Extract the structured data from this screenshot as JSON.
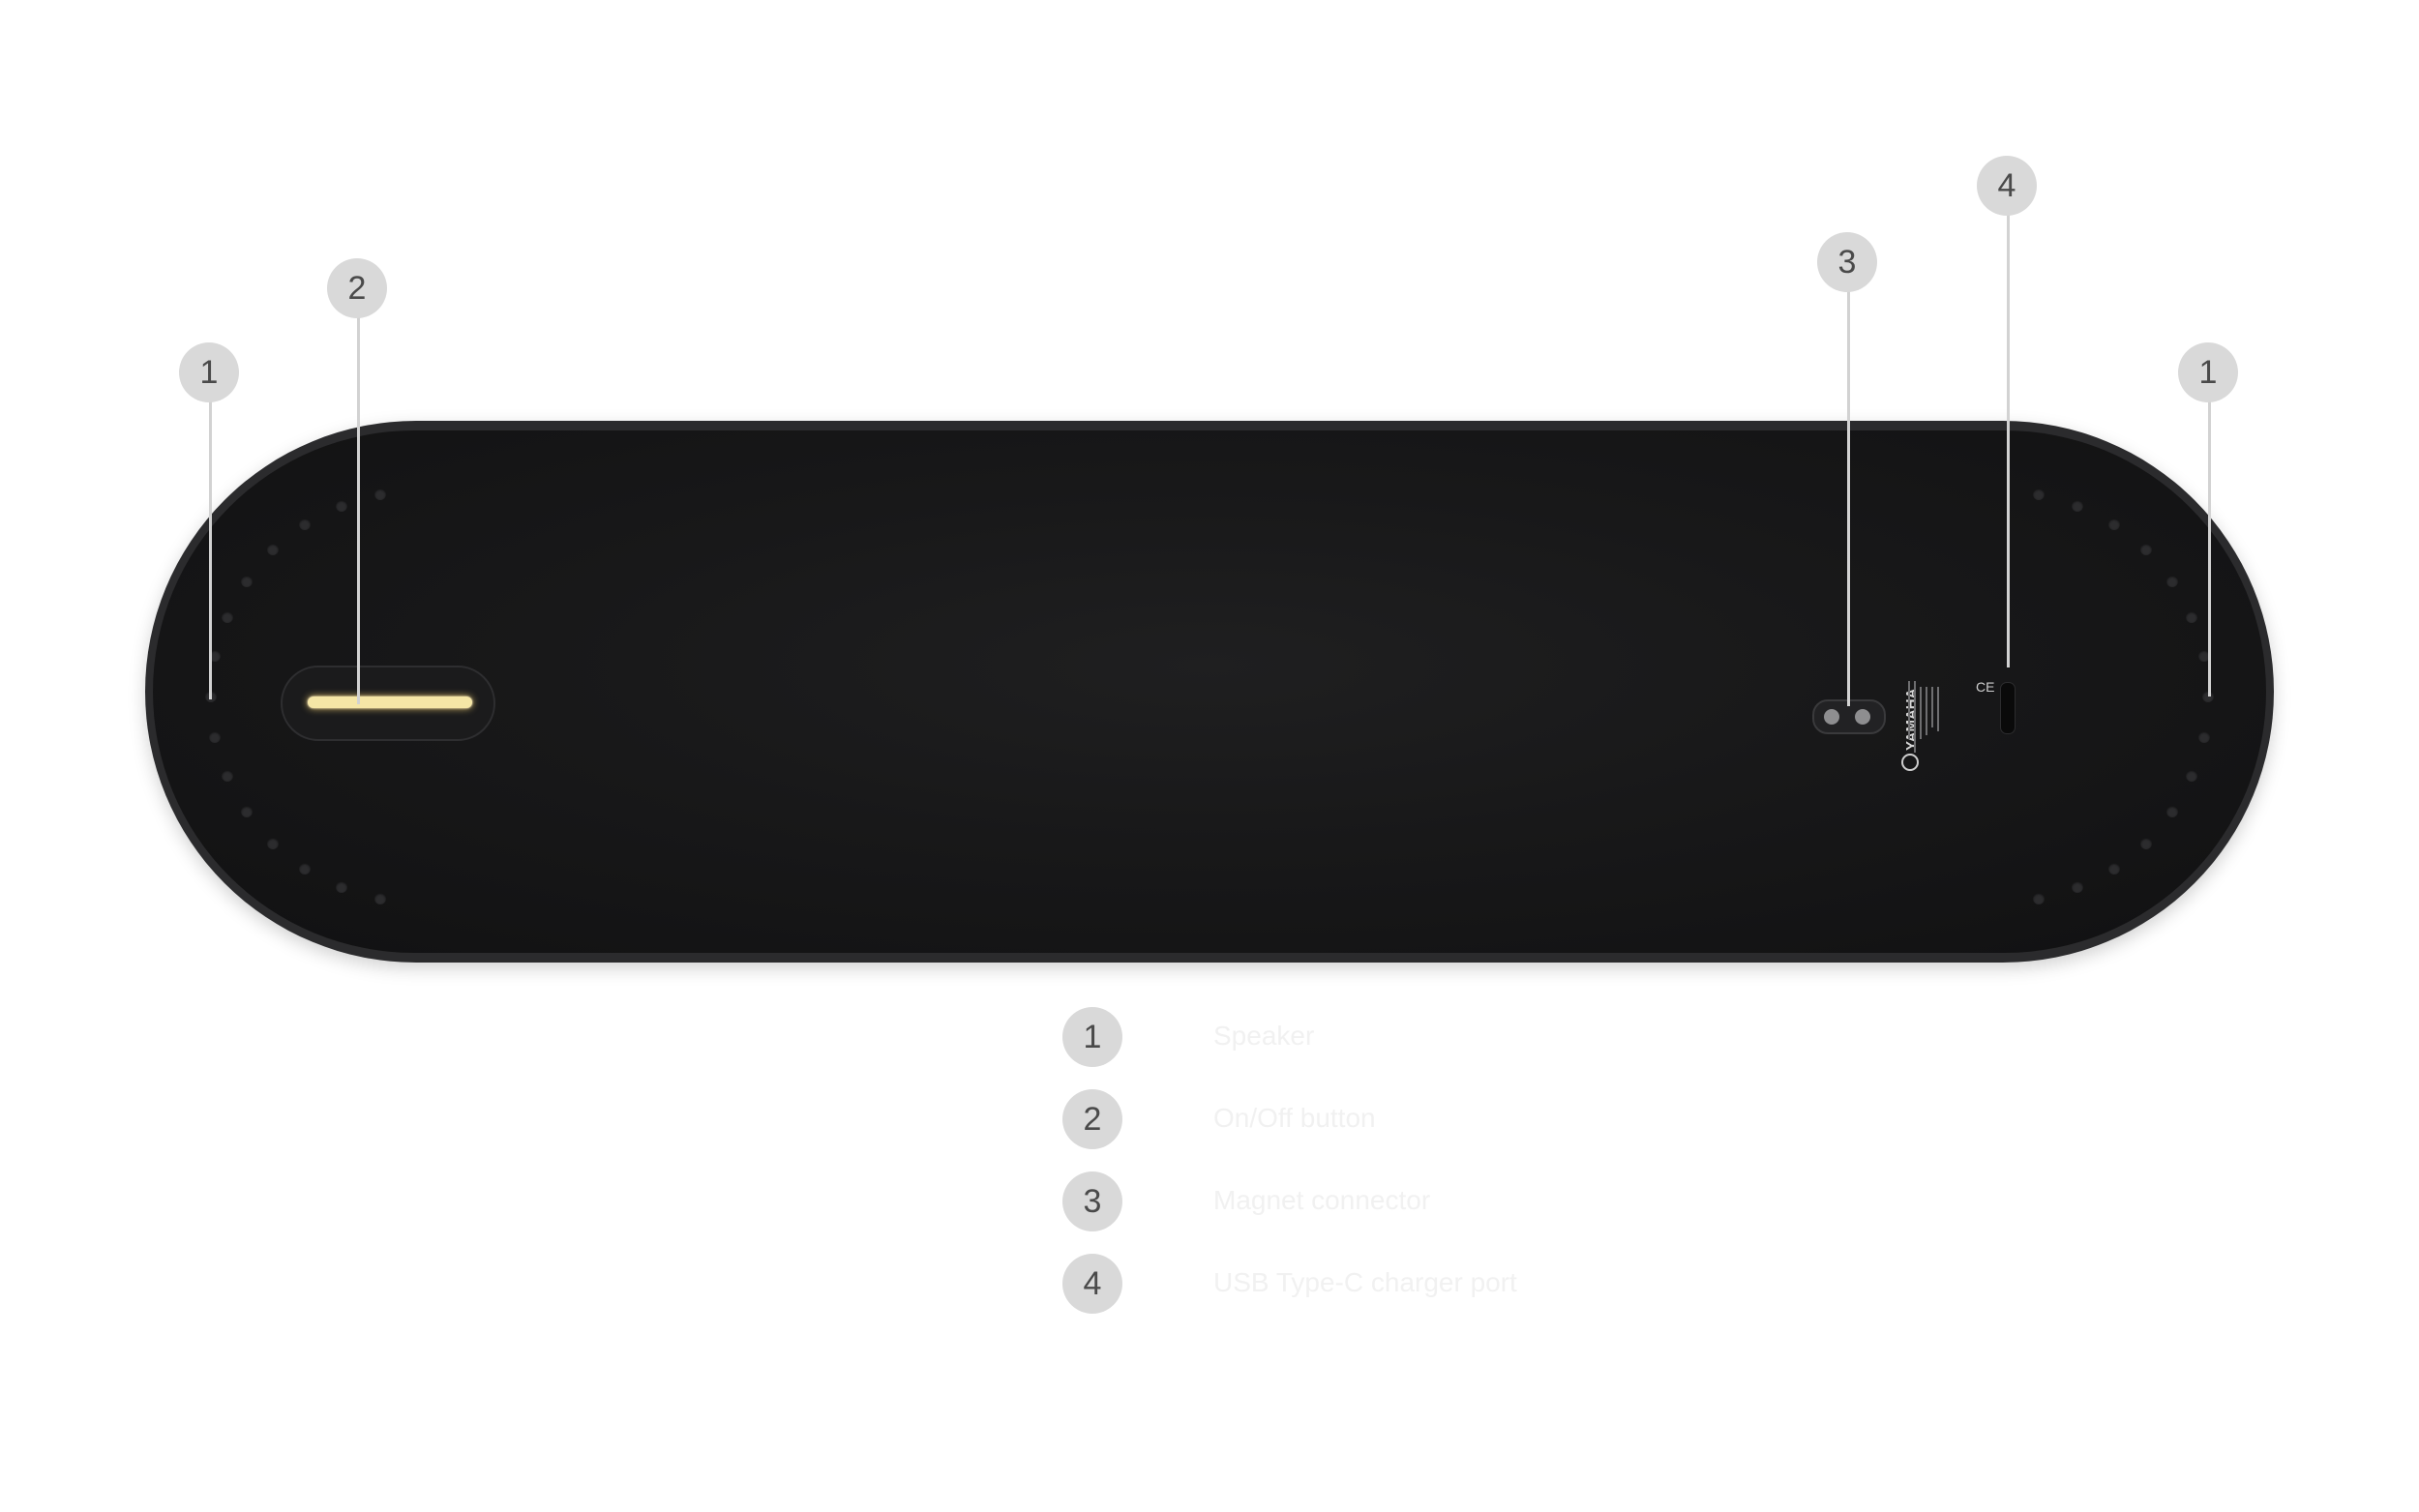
{
  "callouts": [
    {
      "number": "1"
    },
    {
      "number": "2"
    },
    {
      "number": "3"
    },
    {
      "number": "4"
    },
    {
      "number": "1"
    }
  ],
  "legend": [
    {
      "number": "1",
      "label": "Speaker"
    },
    {
      "number": "2",
      "label": "On/Off button"
    },
    {
      "number": "3",
      "label": "Magnet connector"
    },
    {
      "number": "4",
      "label": "USB Type-C charger port"
    }
  ],
  "device": {
    "brand": "YAMAHA",
    "ce": "CE",
    "power_light_color": "#f5e6a6",
    "body_color": "#2b2b2d"
  }
}
